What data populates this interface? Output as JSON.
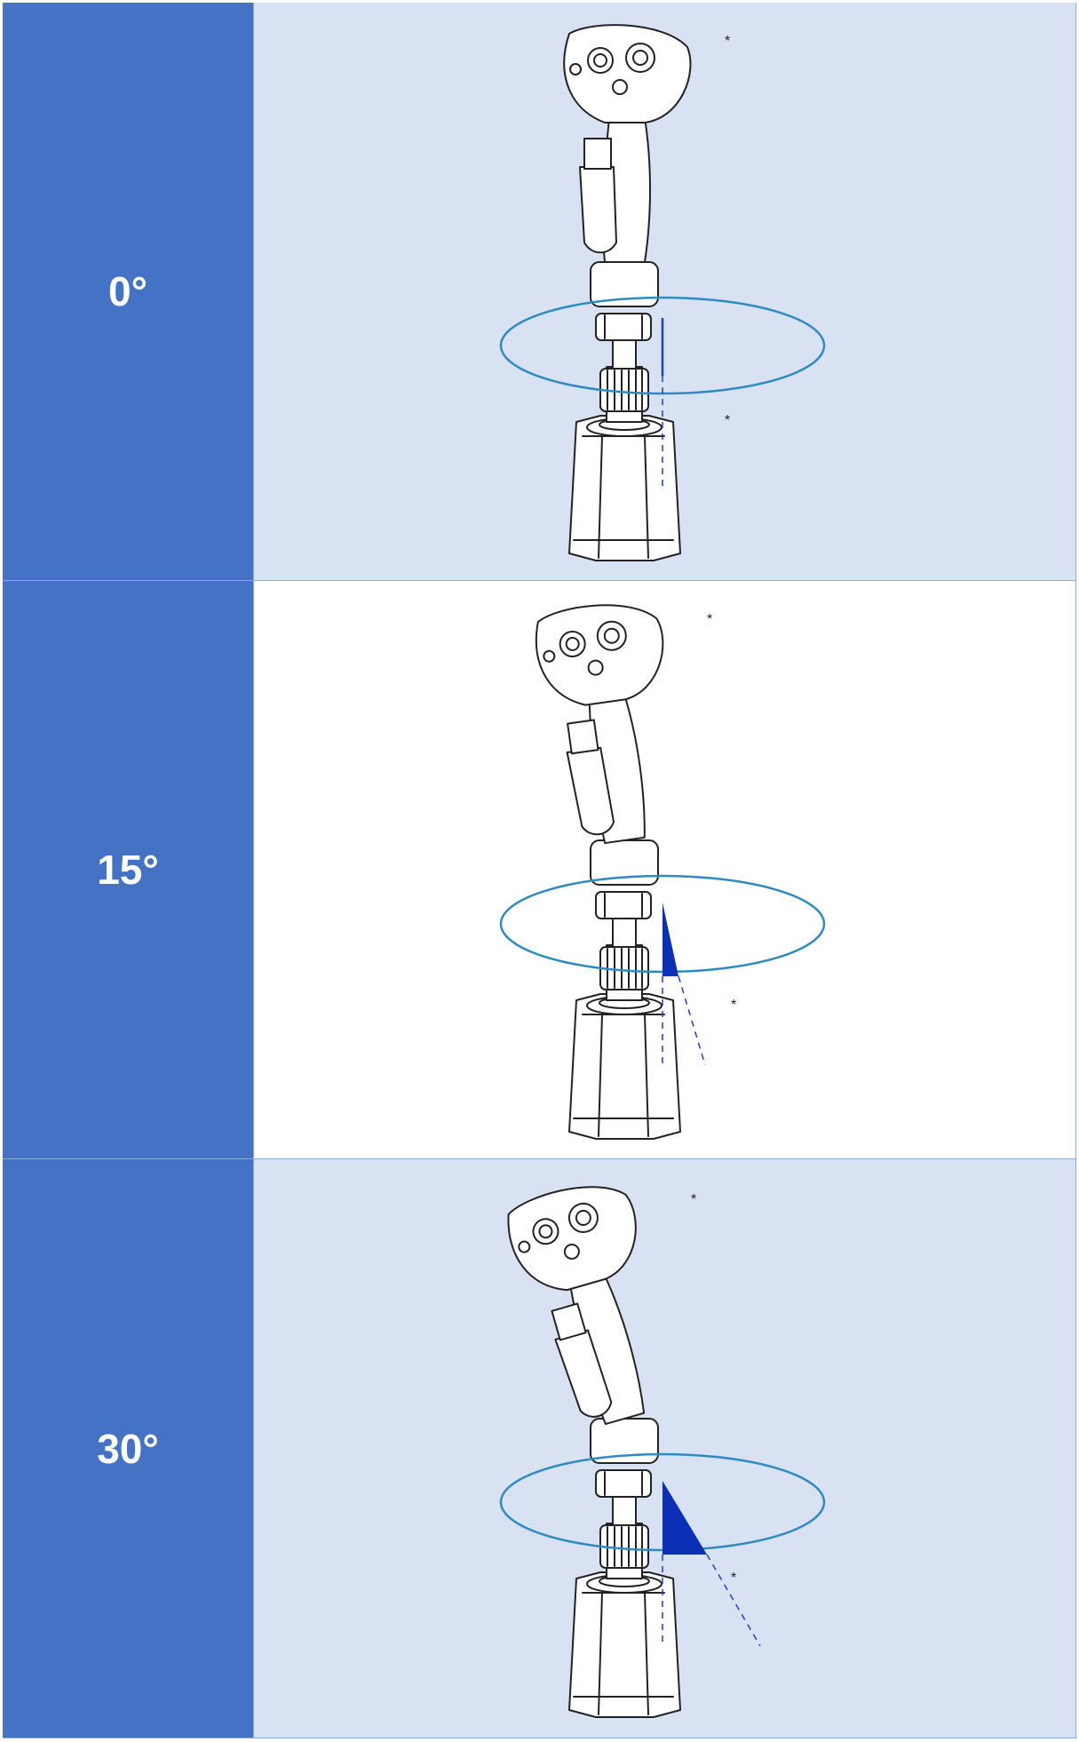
{
  "rows": [
    {
      "angle_label": "0°",
      "shaded": true
    },
    {
      "angle_label": "15°",
      "shaded": false
    },
    {
      "angle_label": "30°",
      "shaded": true
    }
  ],
  "marker": "*",
  "colors": {
    "label_bg": "#4472c4",
    "shaded_bg": "#d9e2f3",
    "ring": "#2e8bc0",
    "axis": "#1f3fbf",
    "wedge": "#0b2fb5"
  }
}
